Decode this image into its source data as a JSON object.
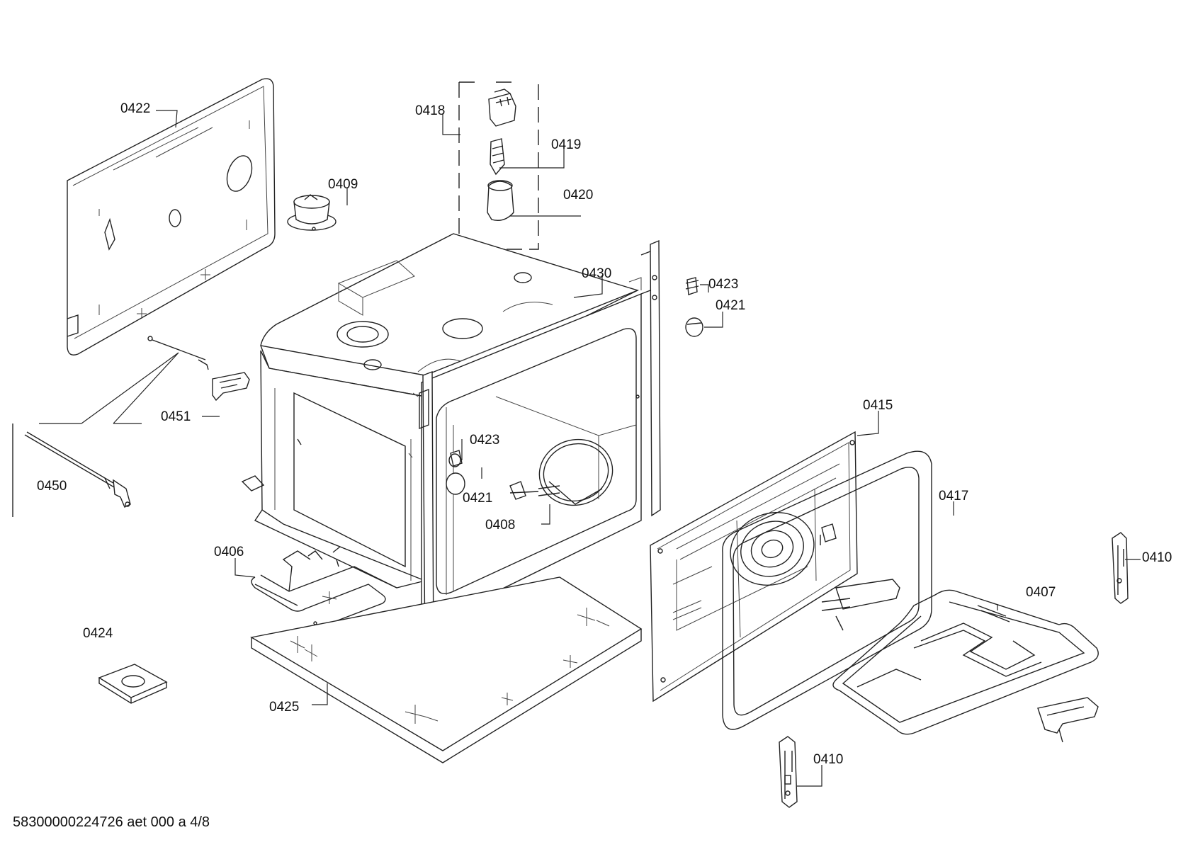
{
  "labels": {
    "p0422": "0422",
    "p0409": "0409",
    "p0418": "0418",
    "p0419": "0419",
    "p0420": "0420",
    "p0430": "0430",
    "p0423a": "0423",
    "p0421a": "0421",
    "p0451": "0451",
    "p0450": "0450",
    "p0423b": "0423",
    "p0421b": "0421",
    "p0408": "0408",
    "p0415": "0415",
    "p0417": "0417",
    "p0410a": "0410",
    "p0407": "0407",
    "p0406": "0406",
    "p0424": "0424",
    "p0425": "0425",
    "p0410b": "0410"
  },
  "footer": "58300000224726 aet 000 a 4/8"
}
